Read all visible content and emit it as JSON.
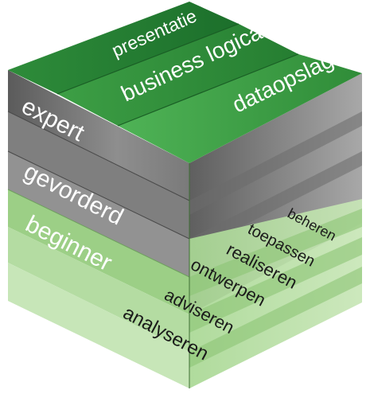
{
  "top_face": {
    "labels": [
      "presentatie",
      "business logica",
      "dataopslag"
    ]
  },
  "left_face": {
    "labels": [
      "expert",
      "gevorderd",
      "beginner"
    ]
  },
  "right_face": {
    "labels": [
      "beheren",
      "toepassen",
      "realiseren",
      "ontwerpen",
      "adviseren",
      "analyseren"
    ]
  },
  "colors": {
    "top_green_dark": "#1f7a2e",
    "top_green_light": "#4aa84f",
    "grey_dark": "#5a5a5a",
    "grey_light": "#b8b8b8",
    "green_transparent": "#9fd08a",
    "text_light": "#ffffff",
    "text_dark": "#1a1a1a"
  }
}
